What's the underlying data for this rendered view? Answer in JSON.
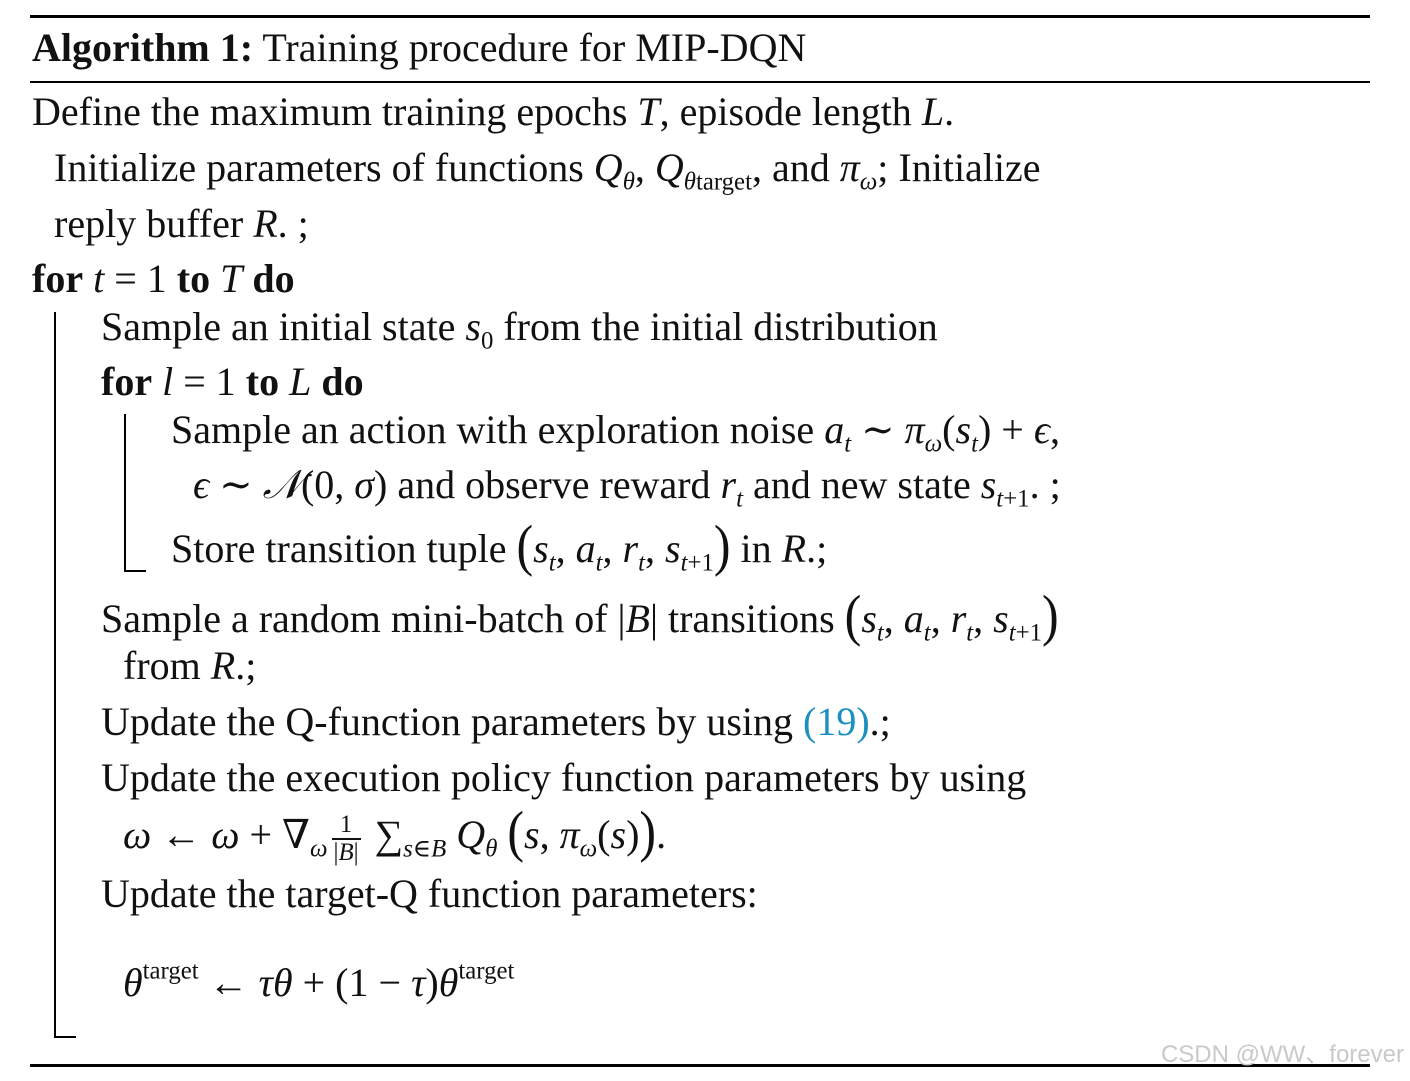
{
  "algorithm": {
    "label": "Algorithm 1:",
    "title": "Training procedure for MIP-DQN"
  },
  "lines": {
    "define_a": "Define the maximum training epochs ",
    "define_b": ", episode length ",
    "init_a": "Initialize parameters of functions ",
    "init_b": ", and ",
    "init_c": "; Initialize",
    "init_d": "reply buffer ",
    "init_e": ". ;",
    "for_outer_kw": "for",
    "for_outer_eq": " = 1 ",
    "for_to_kw": "to",
    "for_do_kw": "do",
    "sample_initial_a": "Sample an initial state ",
    "sample_initial_b": " from the initial distribution",
    "for_inner_eq": " = 1 ",
    "sample_action_a": "Sample an action with exploration noise ",
    "observe_a": " and observe reward ",
    "observe_b": " and new state ",
    "observe_c": ". ;",
    "store_a": "Store transition tuple ",
    "store_b": " in ",
    "store_c": ".;",
    "minibatch_a": "Sample a random mini-batch of ",
    "minibatch_b": " transitions ",
    "minibatch_c": "from ",
    "minibatch_d": ".;",
    "update_q_a": "Update the Q-function parameters by using ",
    "update_q_ref": "(19)",
    "update_q_b": ".;",
    "update_pi": "Update the execution policy function parameters by using",
    "update_target": "Update the target-Q function parameters:",
    "target_word": "target"
  },
  "watermark": "CSDN @WW、forever",
  "colors": {
    "link": "#1a8fc0",
    "text": "#111111",
    "watermark": "#c9c9c9"
  }
}
